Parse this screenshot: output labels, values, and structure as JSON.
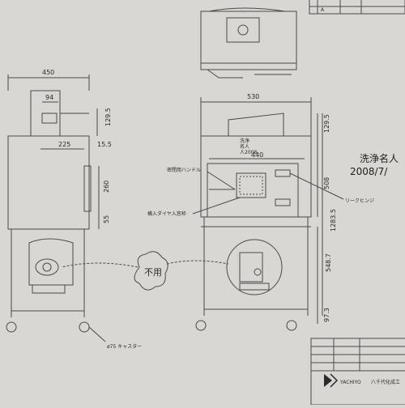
{
  "side_view": {
    "dims": {
      "overall_width": "450",
      "duct_width": "94",
      "top_height": "129.5",
      "inner_offset": "225",
      "right_margin": "15.5",
      "window_height": "260",
      "lower_gap": "55"
    },
    "caster_note": "ø75 キャスター"
  },
  "front_view": {
    "dims": {
      "overall_width": "530",
      "inner_width": "440",
      "top_height": "129.5",
      "door_height": "508",
      "total_height": "1283.5",
      "lower_height": "548.7",
      "caster_height": "97.3"
    },
    "panel_label": [
      "洗浄",
      "名人",
      "人2008"
    ],
    "callouts": {
      "handle": "密閉用ハンドル",
      "window": "横入ダイヤ入窓枠",
      "hinge": "リークヒンジ"
    }
  },
  "note": "不用",
  "title_text": {
    "name": "洗浄名人",
    "date": "2008/7/"
  },
  "title_block": {
    "revision_label": "A",
    "logo": "YACHIYO",
    "company": "八千代化成工"
  },
  "colors": {
    "paper": "#d9d7d3",
    "ink": "#2a2a2a"
  }
}
